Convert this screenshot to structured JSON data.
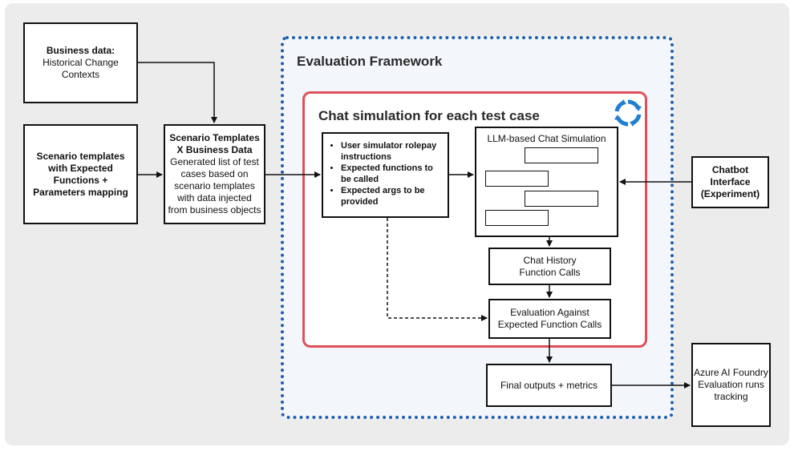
{
  "business_data": {
    "title": "Business data:",
    "line1": "Historical Change",
    "line2": "Contexts"
  },
  "scenario_templates": {
    "line1": "Scenario templates",
    "line2": "with Expected",
    "line3": "Functions +",
    "line4": "Parameters mapping"
  },
  "scenario_x_business": {
    "title1": "Scenario Templates",
    "title2": "X Business Data",
    "body": [
      "Generated list of test",
      "cases based on",
      "scenario templates",
      "with data injected",
      "from business objects"
    ]
  },
  "framework": {
    "title": "Evaluation Framework"
  },
  "chat_simulation": {
    "title": "Chat simulation for each test case"
  },
  "user_simulator": {
    "bullets": [
      "User simulator rolepay instructions",
      "Expected functions to be called",
      "Expected args to be provided"
    ]
  },
  "llm_chat": {
    "title": "LLM-based Chat Simulation"
  },
  "chat_history": {
    "line1": "Chat History",
    "line2": "Function Calls"
  },
  "evaluation": {
    "line1": "Evaluation Against",
    "line2": "Expected Function Calls"
  },
  "final_outputs": {
    "label": "Final outputs + metrics"
  },
  "chatbot": {
    "line1": "Chatbot",
    "line2": "Interface",
    "line3": "(Experiment)"
  },
  "azure": {
    "line1": "Azure AI Foundry",
    "line2": "Evaluation runs",
    "line3": "tracking"
  },
  "colors": {
    "framework_border": "#1f5fae",
    "chatsim_border": "#e0505a",
    "cycle_icon": "#1f7fd0",
    "canvas_bg": "#ececec"
  },
  "icons": {
    "cycle": "refresh-cycle-icon"
  }
}
